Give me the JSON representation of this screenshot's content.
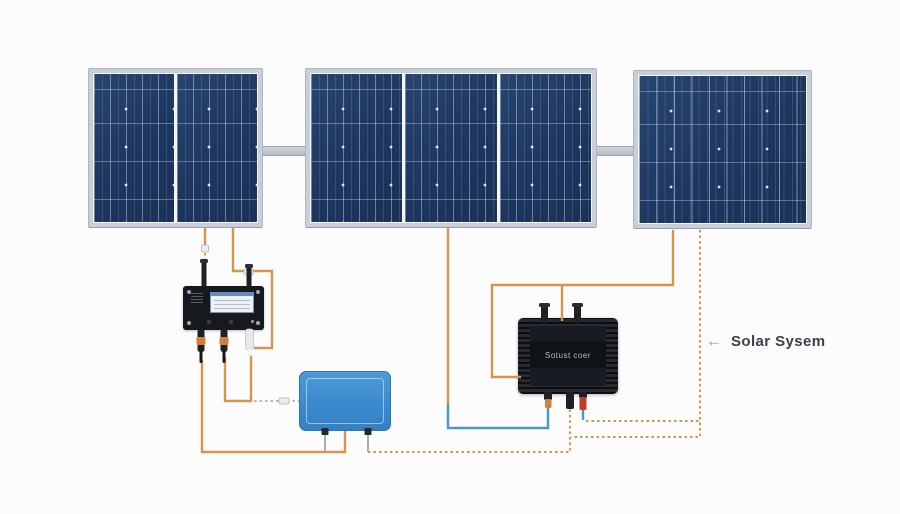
{
  "diagram_title": "",
  "annotation": {
    "arrow_icon": "←",
    "text": "Solar Sysem"
  },
  "inverter": {
    "label": "Sotust coer"
  },
  "components": {
    "panel_left": "solar-panel-array-1",
    "panel_middle": "solar-panel-array-2",
    "panel_right": "solar-panel-array-3",
    "charge_controller": "charge-controller-with-lcd",
    "battery": "battery-blue-box",
    "inverter": "inverter-finned-black-box"
  },
  "colors": {
    "background": "#fcfcfd",
    "panel_cell": "#203a64",
    "panel_frame": "#c9cfd8",
    "wire_orange": "#d6944e",
    "wire_blue": "#4796cd",
    "wire_gray": "#a9aeb5",
    "battery_blue": "#3a89cd",
    "device_black": "#16191e",
    "terminal_red": "#c0392b",
    "label_text": "#3b4049",
    "arrow_orange": "#dd8b45"
  }
}
